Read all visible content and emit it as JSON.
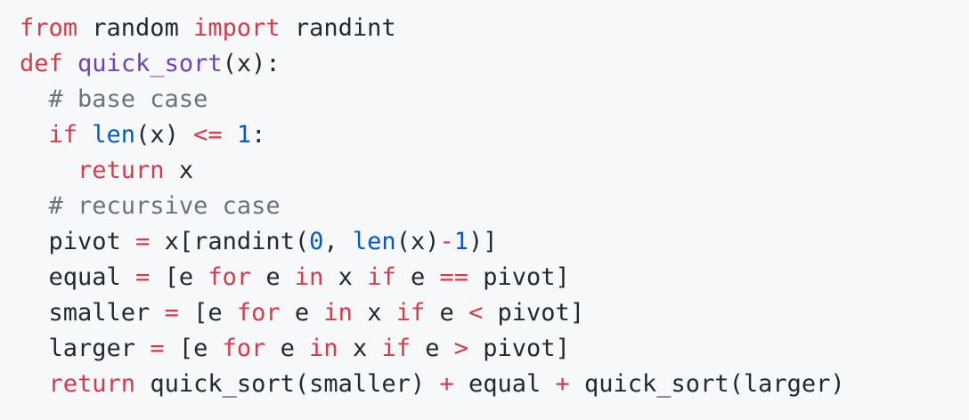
{
  "code": {
    "line1": {
      "t1": "from",
      "t2": " random ",
      "t3": "import",
      "t4": " randint"
    },
    "line2": {
      "t1": "def",
      "t2": " ",
      "t3": "quick_sort",
      "t4": "(x):"
    },
    "line3": {
      "t1": "  ",
      "t2": "# base case"
    },
    "line4": {
      "t1": "  ",
      "t2": "if",
      "t3": " ",
      "t4": "len",
      "t5": "(x) ",
      "t6": "<=",
      "t7": " ",
      "t8": "1",
      "t9": ":"
    },
    "line5": {
      "t1": "    ",
      "t2": "return",
      "t3": " x"
    },
    "line6": {
      "t1": "  ",
      "t2": "# recursive case"
    },
    "line7": {
      "t1": "  pivot ",
      "t2": "=",
      "t3": " x[randint(",
      "t4": "0",
      "t5": ", ",
      "t6": "len",
      "t7": "(x)",
      "t8": "-",
      "t9": "1",
      "t10": ")]"
    },
    "line8": {
      "t1": "  equal ",
      "t2": "=",
      "t3": " [e ",
      "t4": "for",
      "t5": " e ",
      "t6": "in",
      "t7": " x ",
      "t8": "if",
      "t9": " e ",
      "t10": "==",
      "t11": " pivot]"
    },
    "line9": {
      "t1": "  smaller ",
      "t2": "=",
      "t3": " [e ",
      "t4": "for",
      "t5": " e ",
      "t6": "in",
      "t7": " x ",
      "t8": "if",
      "t9": " e ",
      "t10": "<",
      "t11": " pivot]"
    },
    "line10": {
      "t1": "  larger ",
      "t2": "=",
      "t3": " [e ",
      "t4": "for",
      "t5": " e ",
      "t6": "in",
      "t7": " x ",
      "t8": "if",
      "t9": " e ",
      "t10": ">",
      "t11": " pivot]"
    },
    "line11": {
      "t1": "  ",
      "t2": "return",
      "t3": " quick_sort(smaller) ",
      "t4": "+",
      "t5": " equal ",
      "t6": "+",
      "t7": " quick_sort(larger)"
    }
  },
  "colors": {
    "background": "#f6f8fa",
    "text": "#24292e",
    "keyword": "#d73a49",
    "function_name": "#6f42c1",
    "builtin": "#005cc5",
    "comment": "#6a737d"
  }
}
